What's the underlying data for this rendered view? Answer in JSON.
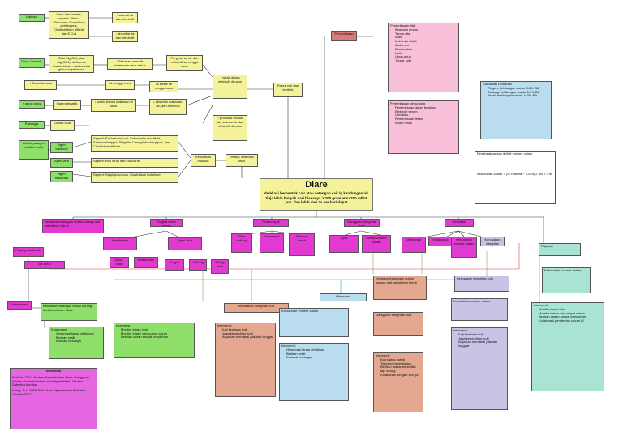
{
  "center": {
    "title": "Diare",
    "definition": "defekasi berbentuk cair atau setengah cair /p kandungan air tinja lebih banyak dari biasanya > 200 gram atau 200 ml/24 jam. dan lebih dari 3x per hari dapat"
  },
  "nodes": {
    "laktosa": "Laktosa",
    "virus_bakteri": "Virus dan bakteri, seperti: Vibrio, Shinonan, Clostridium perfringens, Cholestridium difficile dan E.Coli",
    "sekresi_air": "↑ sekresi air dan elektrolit",
    "absorbsi_air": "↓ absorbsi air dan elektrolit",
    "diare_osmotik": "Diare Osmotik",
    "obat_mg": "Obat Mg(OH) atau Mg(SO4), defisiensi disakaridase, malabsorbsi glukosa/galaktosa",
    "tekanan_osmotik": "↑ Tekanan osmotik intralumen usus halus",
    "pergeseran_air": "Pergeseran air dan elektrolit ke rongga usus",
    "absorbsi_usus": "↓ Absorbsi usus",
    "isi_rongga": "Isi rongga usus",
    "isi_besar": "Isi besar ke rongga usus",
    "peristaltik": "↑ peristaltik",
    "isi_air": "↑ isi air dalam elektrolit di usus",
    "feses_cair": "Feses cair dan lembek",
    "gerak_usus": "↑ gerak usus",
    "hiperperistaltik": "hiperperistaltik",
    "waktu_transit": "↓ waktu transit makanan di usus",
    "absorbsi_mak": "↓ absorbsi makanan, air, dan elektrolit",
    "patologis": "Patologis",
    "kontak_usus": "Kontak usus",
    "produksi_mukus": "↑ produksi mukus dan sekresi air dan elektrolit di usus",
    "infeksi": "Infeksi patogen melalui mulut",
    "agen_bakterial": "Agen bakterial",
    "bakteri_list": "Seperti: Escherichia coli, Salmonella non-tifoid, Salmonella typhi, Shigella, Campylobacter jejuni, dan Clostridium difficile",
    "agen_viral": "Agen viral",
    "viral_list": "Seperti: rota Virus dan Norovirus",
    "agen_makanan": "Agen makanan",
    "makanan_list": "Seperti: Staphylococcus, Clostridium botulinum",
    "kerusakan_mukosa": "Kerusakan mukosa",
    "reaksi_inflamasi": "Reaksi Inflamasi usus",
    "kebutuhan_cairan": "Ketidakseimbangan nutrisi kurang dari kebutuhan tubuh",
    "tingkat_ringan": "Tingkat berat ringan",
    "hipertermia": "Hipertermia",
    "nyeri_akut": "Nyeri akut",
    "resiko_syok": "Resiko syok",
    "penyulit_kulit": "Gangguan integritas kulit",
    "merah_mata": "Mata cekung",
    "kesehatan": "Kesadaran",
    "defisit": "Defisit volume cairan",
    "pusing": "Pusing dan lemas",
    "ubun": "Ubun-ubun",
    "turgor": "Turgor",
    "bising": "Bising usus",
    "cekung": "Cekung",
    "tekanan_darah": "Tekanan darah",
    "syok": "Syok",
    "dehidrasi": "Dehidrasi",
    "kelemahan": "Kelemahan",
    "observasi": "Observasi",
    "kolaborasi": "Kolaborasi",
    "bb_turun": "BB turun",
    "kesehatan_kulit": "Kerusakan integritas kulit",
    "kebutuhan_cairan_tubuh": "Kebutuhan volume cairan",
    "intervensi_1": "Intervensi",
    "intervensi_2": "Intervensi",
    "rujukan": "Rujukan",
    "pemeriksaan": "Pemeriksaan",
    "pemeriksaan_fisik": "Pemeriksaan fisik",
    "penunjang": "Pemeriksaan penunjang",
    "klasifikasi": "Klasifikasi Dehidrasi",
    "rumus": "Penatalaksanaan defisit volume cairan",
    "referensi": "Referensi"
  },
  "lists": {
    "pemeriksaan_fisik": [
      "Keadaan umum",
      "Tanda vital",
      "Mata",
      "Mulut dan lidah",
      "Abdomen",
      "Ekstremitas",
      "Kulit",
      "Ubun-ubun",
      "Turgor kulit"
    ],
    "penunjang": [
      "Pemeriksaan darah lengkap",
      "Elektrolit serum",
      "Urinalisis",
      "Pemeriksaan feses",
      "Kultur feses"
    ],
    "klasifikasi": [
      "Ringan: kehilangan cairan 3-5% BB",
      "Sedang: kehilangan cairan 6-9% BB",
      "Berat: kehilangan cairan ≥10% BB"
    ],
    "intervensi_a": [
      "Monitor tanda vital",
      "Monitor intake dan output cairan",
      "Berikan cairan sesuai kebutuhan",
      "Kolaborasi pemberian cairan IV"
    ],
    "intervensi_b": [
      "Kaji keadaan kulit",
      "Jaga kebersihan kulit",
      "Anjurkan memakai pakaian longgar"
    ],
    "intervensi_c": [
      "Kaji status nutrisi",
      "Timbang berat badan",
      "Berikan makanan sedikit tapi sering",
      "Kolaborasi dengan ahli gizi"
    ],
    "intervensi_d": [
      "Observasi tanda dehidrasi",
      "Berikan oralit",
      "Edukasi keluarga"
    ],
    "referensi": [
      "Sodikin, 2011. Asuhan Keperawatan Anak: Gangguan Sistem Gastrointestinal dan Hepatobilier. Jakarta: Salemba Medika",
      "Wong, D.L. 2008. Buku Ajar Keperawatan Pediatrik. Jakarta: EGC"
    ]
  },
  "formula": "Kebutuhan cairan = (% Plasma − 1,025) × BB × 4 ml"
}
